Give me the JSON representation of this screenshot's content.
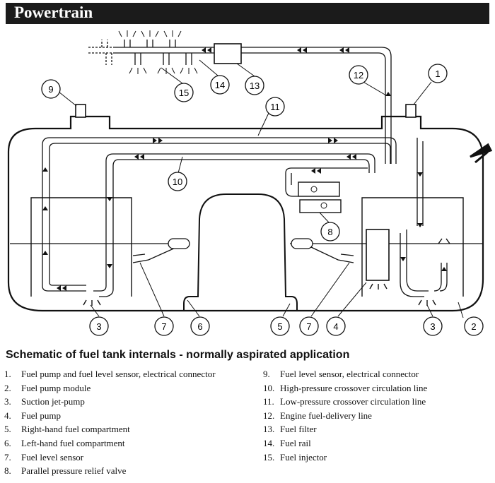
{
  "header": {
    "title": "Powertrain"
  },
  "caption": "Schematic of fuel tank internals - normally aspirated application",
  "legend": {
    "left": [
      {
        "num": "1.",
        "text": "Fuel pump and fuel level sensor, electrical connector"
      },
      {
        "num": "2.",
        "text": "Fuel pump module"
      },
      {
        "num": "3.",
        "text": "Suction jet-pump"
      },
      {
        "num": "4.",
        "text": "Fuel pump"
      },
      {
        "num": "5.",
        "text": "Right-hand fuel compartment"
      },
      {
        "num": "6.",
        "text": "Left-hand fuel compartment"
      },
      {
        "num": "7.",
        "text": "Fuel level sensor"
      },
      {
        "num": "8.",
        "text": "Parallel pressure relief valve"
      }
    ],
    "right": [
      {
        "num": "9.",
        "text": "Fuel level sensor, electrical connector"
      },
      {
        "num": "10.",
        "text": "High-pressure crossover circulation line"
      },
      {
        "num": "11.",
        "text": "Low-pressure crossover circulation line"
      },
      {
        "num": "12.",
        "text": "Engine fuel-delivery line"
      },
      {
        "num": "13.",
        "text": "Fuel filter"
      },
      {
        "num": "14.",
        "text": "Fuel rail"
      },
      {
        "num": "15.",
        "text": "Fuel injector"
      }
    ]
  },
  "callouts": {
    "c1": "1",
    "c2": "2",
    "c3a": "3",
    "c3b": "3",
    "c4": "4",
    "c5": "5",
    "c6": "6",
    "c7a": "7",
    "c7b": "7",
    "c8": "8",
    "c9": "9",
    "c10": "10",
    "c11": "11",
    "c12": "12",
    "c13": "13",
    "c14": "14",
    "c15": "15"
  }
}
